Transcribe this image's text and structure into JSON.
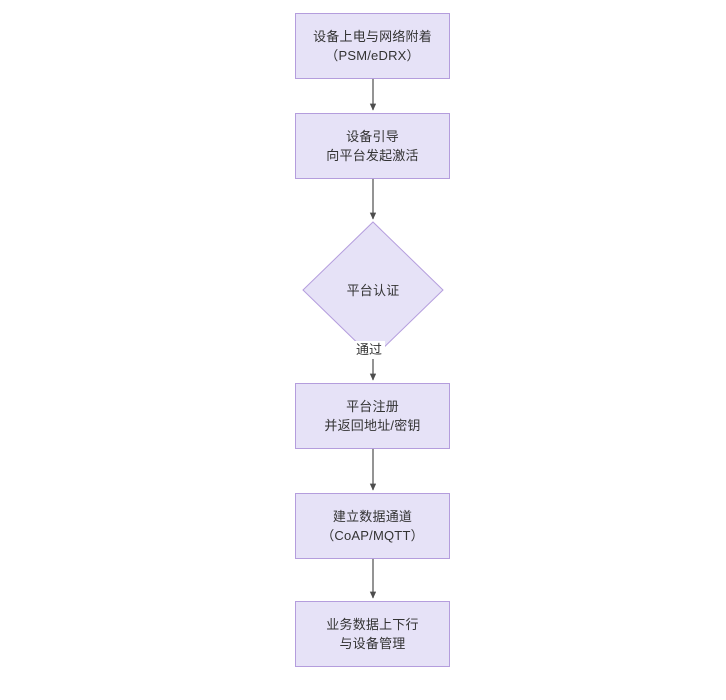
{
  "diagram": {
    "type": "flowchart",
    "orientation": "top-to-bottom",
    "background_color": "#ffffff",
    "node_fill_color": "#e6e2f7",
    "node_border_color": "#b49ddd",
    "edge_color": "#4d4d4d",
    "text_color": "#333333",
    "nodes": [
      {
        "id": "power",
        "shape": "rectangle",
        "label": "设备上电与网络附着\n（PSM/eDRX）",
        "line1": "设备上电与网络附着",
        "line2": "（PSM/eDRX）"
      },
      {
        "id": "bootstrap",
        "shape": "rectangle",
        "label": "设备引导\n向平台发起激活",
        "line1": "设备引导",
        "line2": "向平台发起激活"
      },
      {
        "id": "auth",
        "shape": "diamond",
        "label": "平台认证",
        "line1": "平台认证",
        "line2": ""
      },
      {
        "id": "register",
        "shape": "rectangle",
        "label": "平台注册\n并返回地址/密钥",
        "line1": "平台注册",
        "line2": "并返回地址/密钥"
      },
      {
        "id": "channel",
        "shape": "rectangle",
        "label": "建立数据通道\n（CoAP/MQTT）",
        "line1": "建立数据通道",
        "line2": "（CoAP/MQTT）"
      },
      {
        "id": "business",
        "shape": "rectangle",
        "label": "业务数据上下行\n与设备管理",
        "line1": "业务数据上下行",
        "line2": "与设备管理"
      }
    ],
    "edges": [
      {
        "from": "power",
        "to": "bootstrap",
        "label": ""
      },
      {
        "from": "bootstrap",
        "to": "auth",
        "label": ""
      },
      {
        "from": "auth",
        "to": "register",
        "label": "通过"
      },
      {
        "from": "register",
        "to": "channel",
        "label": ""
      },
      {
        "from": "channel",
        "to": "business",
        "label": ""
      }
    ],
    "edge_labels": {
      "auth_pass": "通过"
    }
  }
}
